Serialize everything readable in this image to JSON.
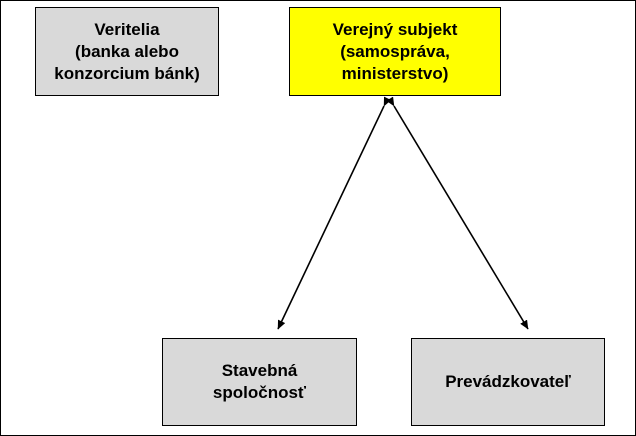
{
  "diagram": {
    "title": "",
    "colors": {
      "node_grey": "#d9d9d9",
      "node_highlight": "#ffff00",
      "border": "#000000",
      "arrow": "#000000",
      "background": "#ffffff"
    },
    "nodes": [
      {
        "id": "veritelia",
        "lines": [
          "Veritelia",
          "(banka alebo",
          "konzorcium bánk)"
        ],
        "style": "grey"
      },
      {
        "id": "verejny-subjekt",
        "lines": [
          "Verejný subjekt",
          "(samospráva,",
          "ministerstvo)"
        ],
        "style": "yellow"
      },
      {
        "id": "stavebna-spolocnost",
        "lines": [
          "Stavebná",
          "spoločnosť"
        ],
        "style": "grey"
      },
      {
        "id": "prevadzkovatel",
        "lines": [
          "Prevádzkovateľ"
        ],
        "style": "grey"
      }
    ],
    "connectors": [
      {
        "id": "verejny-to-stavebna",
        "from": "verejny-subjekt",
        "to": "stavebna-spolocnost",
        "label": "",
        "arrowheads": "both"
      },
      {
        "id": "verejny-to-prevadzkovatel",
        "from": "verejny-subjekt",
        "to": "prevadzkovatel",
        "label": "",
        "arrowheads": "both"
      }
    ]
  }
}
